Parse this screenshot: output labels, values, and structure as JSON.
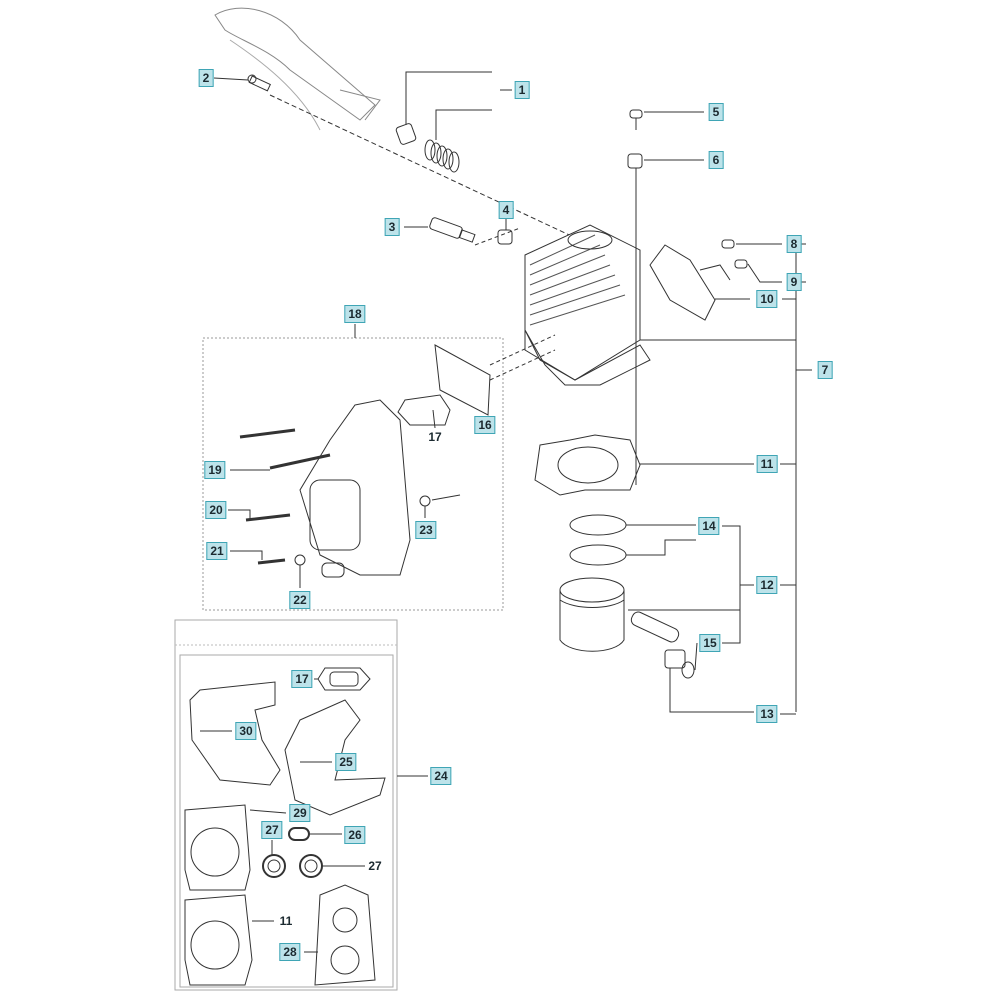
{
  "diagram": {
    "type": "exploded parts diagram",
    "callouts": [
      {
        "text": "1"
      },
      {
        "text": "2"
      },
      {
        "text": "3"
      },
      {
        "text": "4"
      },
      {
        "text": "5"
      },
      {
        "text": "6"
      },
      {
        "text": "7"
      },
      {
        "text": "8"
      },
      {
        "text": "9"
      },
      {
        "text": "10"
      },
      {
        "text": "11"
      },
      {
        "text": "12"
      },
      {
        "text": "13"
      },
      {
        "text": "14"
      },
      {
        "text": "15"
      },
      {
        "text": "16"
      },
      {
        "text": "17"
      },
      {
        "text": "18"
      },
      {
        "text": "19"
      },
      {
        "text": "20"
      },
      {
        "text": "21"
      },
      {
        "text": "22"
      },
      {
        "text": "23"
      },
      {
        "text": "24"
      },
      {
        "text": "17"
      },
      {
        "text": "30"
      },
      {
        "text": "25"
      },
      {
        "text": "29"
      },
      {
        "text": "27"
      },
      {
        "text": "26"
      },
      {
        "text": "27"
      },
      {
        "text": "11"
      },
      {
        "text": "28"
      }
    ],
    "colors": {
      "callout_fill": "#bde3ea",
      "callout_border": "#3fa5b5",
      "line": "#333333"
    }
  }
}
